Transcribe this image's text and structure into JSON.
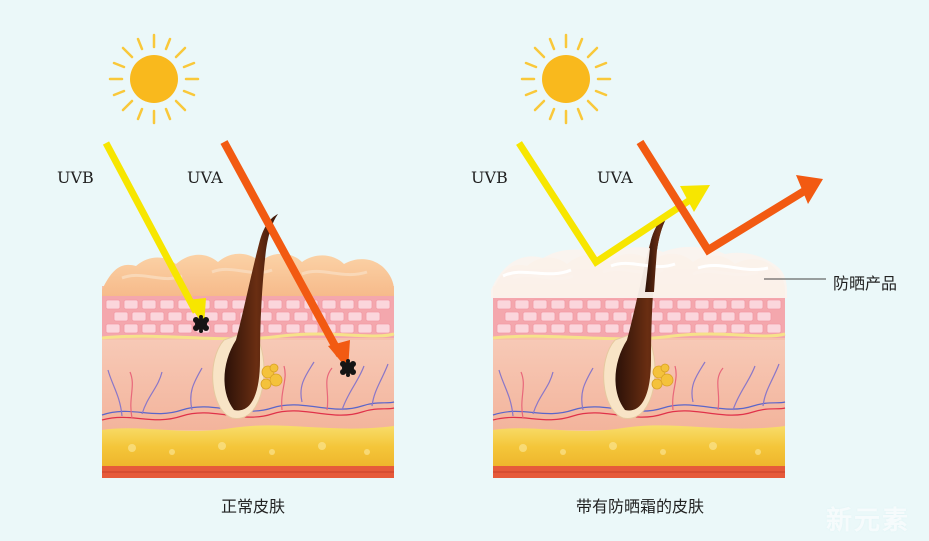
{
  "left_panel": {
    "uvb_label": "UVB",
    "uva_label": "UVA",
    "caption": "正常皮肤"
  },
  "right_panel": {
    "uvb_label": "UVB",
    "uva_label": "UVA",
    "caption": "带有防晒霜的皮肤",
    "sunscreen_label": "防晒产品"
  },
  "watermark": "新元素",
  "colors": {
    "background": "#ebf8f9",
    "uvb_ray": "#f7e600",
    "uva_ray": "#f25a12",
    "sun": "#f9b91d",
    "sunscreen": "#fbf3ee"
  }
}
